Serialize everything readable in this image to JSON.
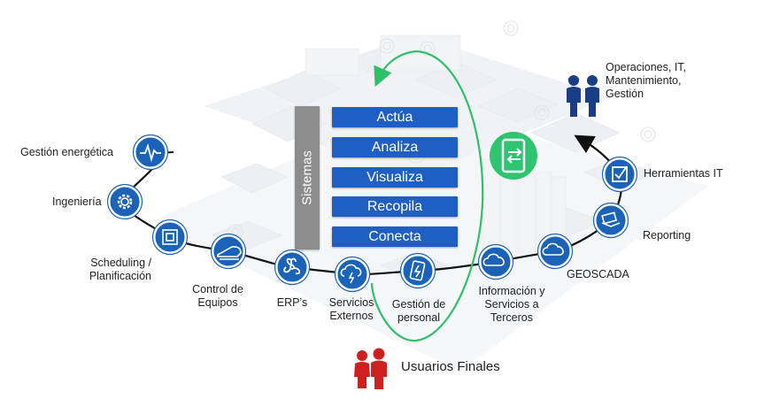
{
  "layers": [
    "Actúa",
    "Analiza",
    "Visualiza",
    "Recopila",
    "Conecta"
  ],
  "sistemas_label": "Sistemas",
  "nodes": {
    "gestion_energetica": "Gestión energética",
    "ingenieria": "Ingeniería",
    "scheduling": [
      "Scheduling /",
      "Planificación"
    ],
    "control_equipos": [
      "Control de",
      "Equipos"
    ],
    "erps": "ERP’s",
    "servicios_externos": [
      "Servicios",
      "Externos"
    ],
    "gestion_personal": [
      "Gestión de",
      "personal"
    ],
    "informacion_terceros": [
      "Información y",
      "Servicios a",
      "Terceros"
    ],
    "geoscada": "GEOSCADA",
    "reporting": "Reporting",
    "herramientas_it": "Herramientas IT",
    "operaciones": [
      "Operaciones, IT,",
      "Mantenimiento,",
      "Gestión"
    ],
    "usuarios_finales": "Usuarios Finales"
  },
  "colors": {
    "node_fill": "#1b63b8",
    "layer_fill": "#1f5fc4",
    "sistemas_fill": "#8c8c8c",
    "cycle_arrow": "#2fc06b",
    "app_fill": "#2fc46f",
    "users_red": "#d01f1f",
    "operators_blue": "#1a3e86"
  },
  "icons": {
    "gestion_energetica": "pulse-icon",
    "ingenieria": "gear-icon",
    "scheduling": "calendar-icon",
    "control_equipos": "train-icon",
    "erps": "fan-icon",
    "servicios_externos": "cloud-lightning-icon",
    "gestion_personal": "mobile-bolt-icon",
    "informacion_terceros": "cloud-icon",
    "geoscada": "cloud-icon",
    "reporting": "money-hand-icon",
    "herramientas_it": "checkbox-icon",
    "app": "mobile-exchange-icon"
  }
}
